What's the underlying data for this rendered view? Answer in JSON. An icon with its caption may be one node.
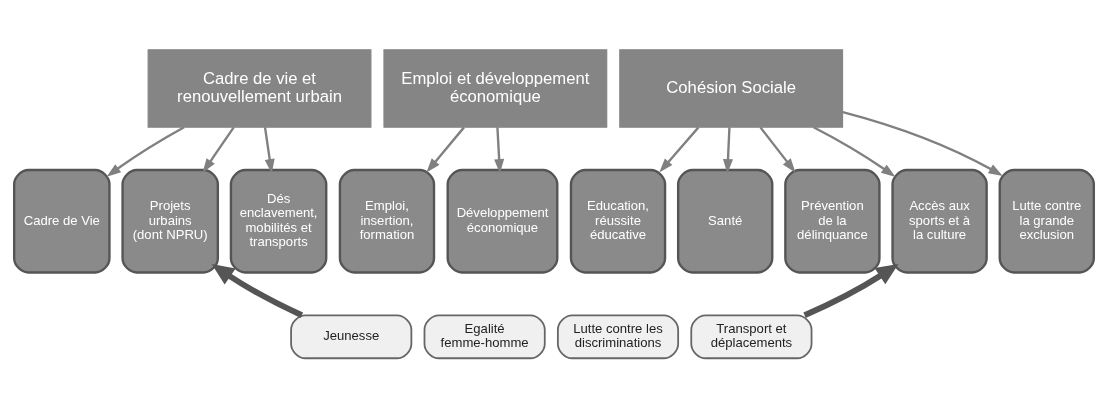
{
  "diagram": {
    "nodes": [
      {
        "text": [
          "Cadre de vie et renouvellement urbain"
        ]
      },
      {
        "text": [
          "Emploi et développement économique"
        ]
      },
      {
        "text": [
          "Cohésion Sociale"
        ]
      },
      {
        "text": [
          "Cadre de Vie"
        ]
      },
      {
        "text": [
          "Projets urbains (dont NPRU)"
        ]
      },
      {
        "text": [
          "Dés enclavement, mobilités et transports"
        ]
      },
      {
        "text": [
          "Emploi, insertion, formation"
        ]
      },
      {
        "text": [
          "Développement économique"
        ]
      },
      {
        "text": [
          "Education, réussite éducative"
        ]
      },
      {
        "text": [
          "Santé"
        ]
      },
      {
        "text": [
          "Prévention de la délinquance"
        ]
      },
      {
        "text": [
          "Accès aux sports et à la culture"
        ]
      },
      {
        "text": [
          "Lutte contre la grande exclusion"
        ]
      },
      {
        "text": [
          "Jeunesse"
        ]
      },
      {
        "text": [
          "Egalité femme-homme"
        ]
      },
      {
        "text": [
          "Lutte contre les discriminations"
        ]
      },
      {
        "text": [
          "Transport et déplacements"
        ]
      }
    ],
    "edges": [
      {
        "from": 0,
        "to": 3,
        "arrow": "to"
      },
      {
        "from": 0,
        "to": 4,
        "arrow": "to"
      },
      {
        "from": 0,
        "to": 5,
        "arrow": "to"
      },
      {
        "from": 1,
        "to": 6,
        "arrow": "to"
      },
      {
        "from": 1,
        "to": 7,
        "arrow": "to"
      },
      {
        "from": 2,
        "to": 8,
        "arrow": "to"
      },
      {
        "from": 2,
        "to": 9,
        "arrow": "to"
      },
      {
        "from": 2,
        "to": 10,
        "arrow": "to"
      },
      {
        "from": 2,
        "to": 11,
        "arrow": "to"
      },
      {
        "from": 2,
        "to": 12,
        "arrow": "to"
      },
      {
        "from": 13,
        "to": 4,
        "arrow": "to",
        "style": "thick",
        "color": "#555555"
      },
      {
        "from": 16,
        "to": 11,
        "arrow": "to",
        "style": "thick",
        "color": "#555555"
      }
    ]
  }
}
